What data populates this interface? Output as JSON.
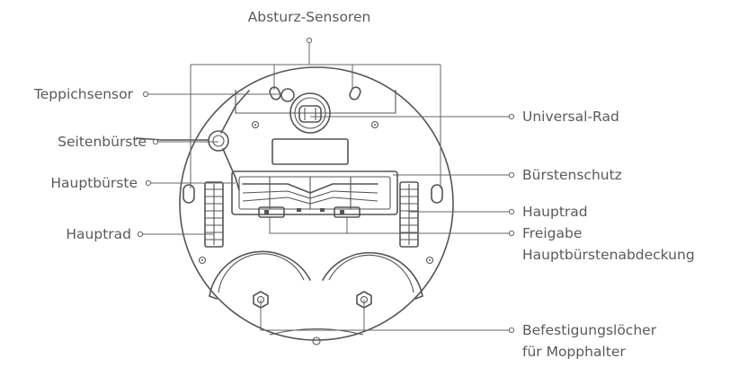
{
  "labels": {
    "cliff_sensors": "Absturz-Sensoren",
    "carpet_sensor": "Teppichsensor",
    "side_brush": "Seitenbürste",
    "main_brush": "Hauptbürste",
    "main_wheel_left": "Hauptrad",
    "universal_wheel": "Universal-Rad",
    "brush_guard": "Bürstenschutz",
    "main_wheel_right": "Hauptrad",
    "release_line1": "Freigabe",
    "release_line2": "Hauptbürstenabdeckung",
    "mop_holes_line1": "Befestigungslöcher",
    "mop_holes_line2": "für Mopphalter"
  }
}
